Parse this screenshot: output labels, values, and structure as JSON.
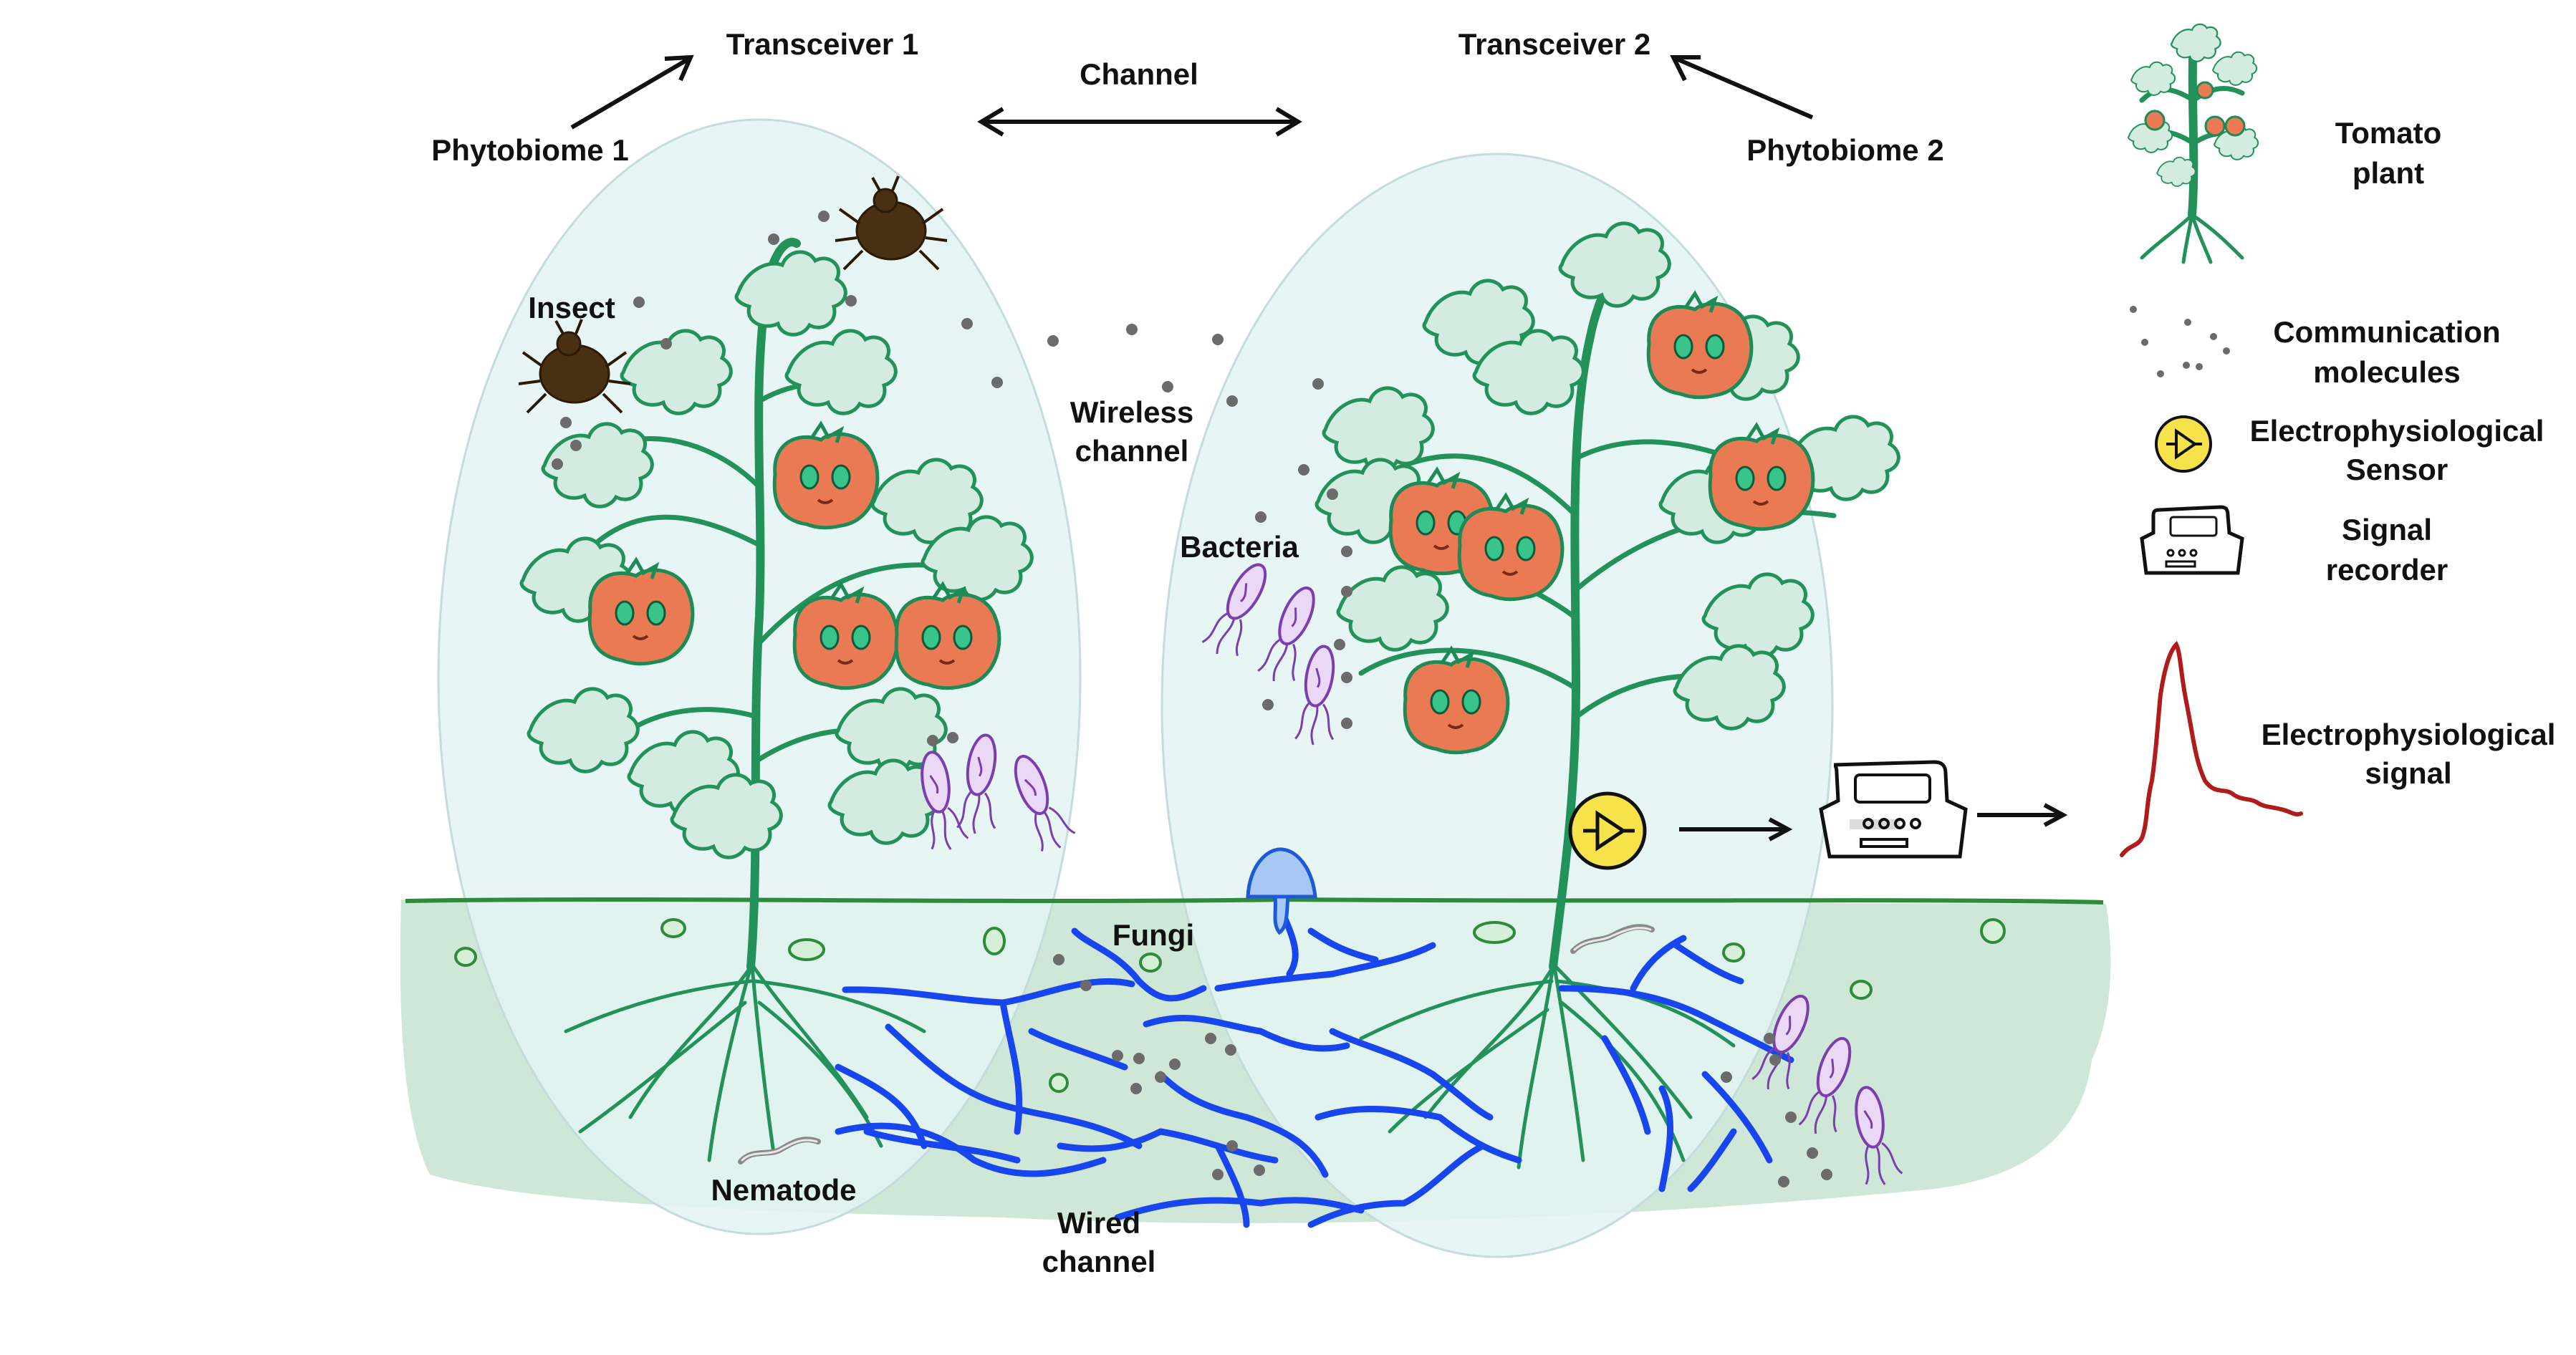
{
  "labels": {
    "transceiver_1": "Transceiver 1",
    "transceiver_2": "Transceiver 2",
    "channel": "Channel",
    "phytobiome_1": "Phytobiome 1",
    "phytobiome_2": "Phytobiome 2",
    "insect": "Insect",
    "wireless_channel_line1": "Wireless",
    "wireless_channel_line2": "channel",
    "bacteria": "Bacteria",
    "fungi": "Fungi",
    "nematode": "Nematode",
    "wired_channel_line1": "Wired",
    "wired_channel_line2": "channel"
  },
  "legend": {
    "tomato_plant_line1": "Tomato",
    "tomato_plant_line2": "plant",
    "communication_molecules_line1": "Communication",
    "communication_molecules_line2": "molecules",
    "sensor_line1": "Electrophysiological",
    "sensor_line2": "Sensor",
    "signal_recorder_line1": "Signal",
    "signal_recorder_line2": "recorder",
    "signal_line1": "Electrophysiological",
    "signal_line2": "signal"
  },
  "colors": {
    "phytobiome_fill": "#e3f4f3",
    "soil": "#cfe7d7",
    "plant_green": "#23925a",
    "tomato": "#ea7a54",
    "hyphae": "#1846ee",
    "bacteria": "#7a3fae",
    "sensor": "#f6e24a",
    "signal": "#b01c1c"
  }
}
